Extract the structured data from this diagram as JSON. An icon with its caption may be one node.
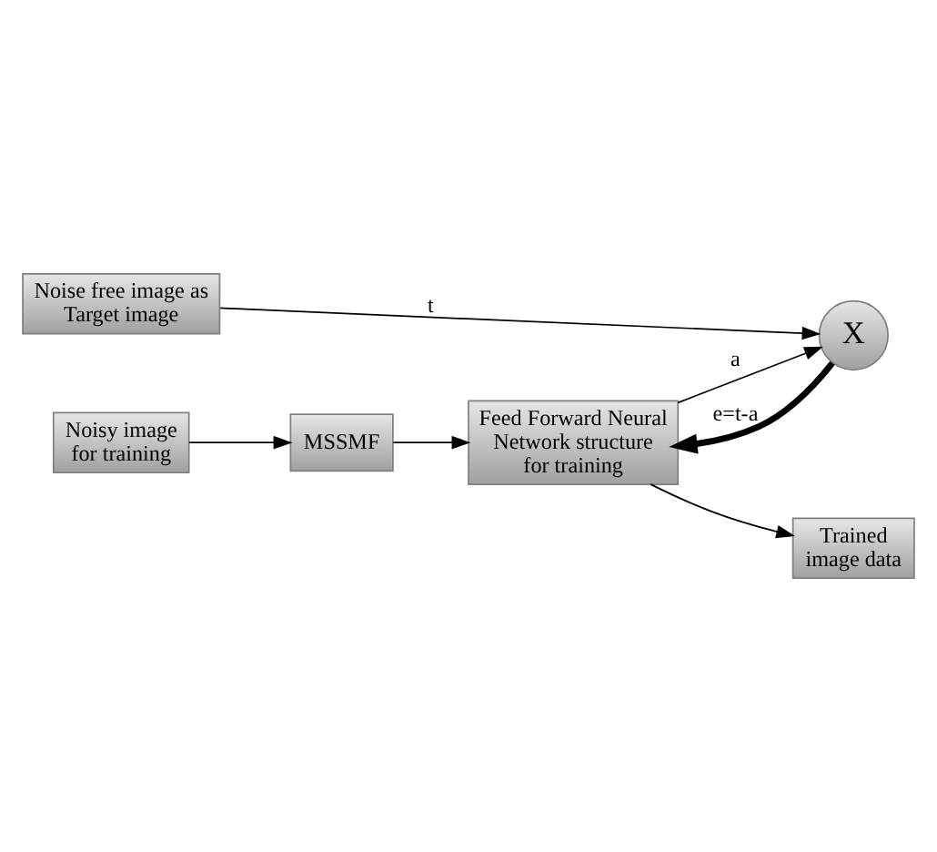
{
  "diagram": {
    "nodes": [
      {
        "text": [
          "Noise free image as Target image"
        ]
      },
      {
        "text": [
          "X"
        ]
      },
      {
        "text": [
          "Noisy image for training"
        ]
      },
      {
        "text": [
          "MSSMF"
        ]
      },
      {
        "text": [
          "Feed Forward Neural Network structure for training"
        ]
      },
      {
        "text": [
          "Trained image data"
        ]
      }
    ],
    "edges": [
      {
        "from": 0,
        "to": 1,
        "arrow": "to",
        "label": "t"
      },
      {
        "from": 2,
        "to": 3,
        "arrow": "to"
      },
      {
        "from": 3,
        "to": 4,
        "arrow": "to"
      },
      {
        "from": 4,
        "to": 1,
        "arrow": "to",
        "label": "a"
      },
      {
        "from": 4,
        "to": 5,
        "arrow": "to"
      },
      {
        "from": 1,
        "to": 4,
        "arrow": "to",
        "label": "e=t-a",
        "style": "thick"
      }
    ]
  }
}
